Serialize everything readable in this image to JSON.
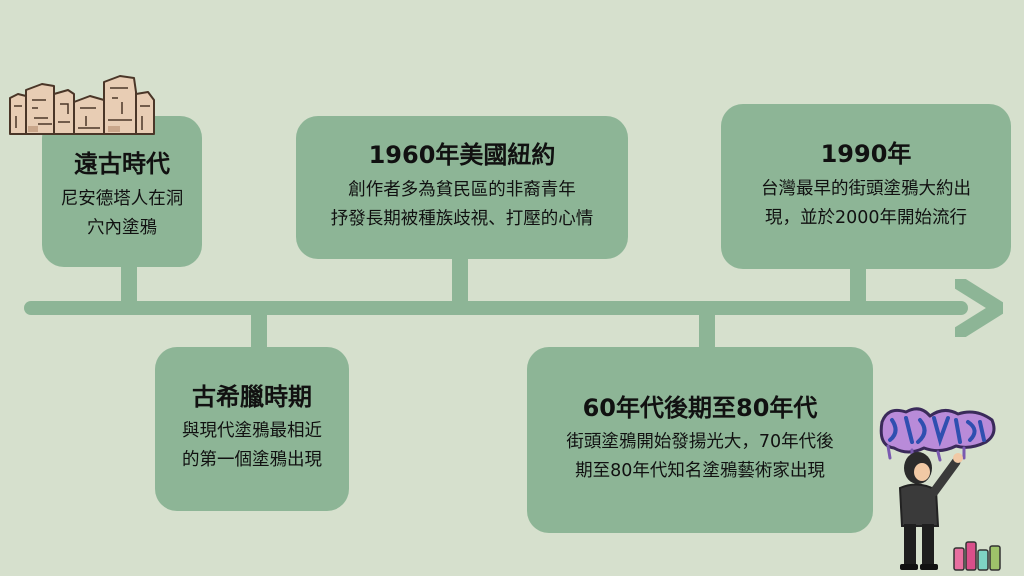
{
  "timeline": {
    "events": [
      {
        "title": "遠古時代",
        "text": "尼安德塔人在洞\n穴內塗鴉"
      },
      {
        "title": "古希臘時期",
        "text": "與現代塗鴉最相近\n的第一個塗鴉出現"
      },
      {
        "title": "1960年美國紐約",
        "text": "創作者多為貧民區的非裔青年\n抒發長期被種族歧視、打壓的心情"
      },
      {
        "title": "60年代後期至80年代",
        "text": "街頭塗鴉開始發揚光大，70年代後\n期至80年代知名塗鴉藝術家出現"
      },
      {
        "title": "1990年",
        "text": "台灣最早的街頭塗鴉大約出\n現，並於2000年開始流行"
      }
    ]
  },
  "colors": {
    "background": "#d6e0cd",
    "accent": "#8db596"
  },
  "illustrations": {
    "ancient": "cave-ruins-icon",
    "artist": "graffiti-artist-icon"
  }
}
